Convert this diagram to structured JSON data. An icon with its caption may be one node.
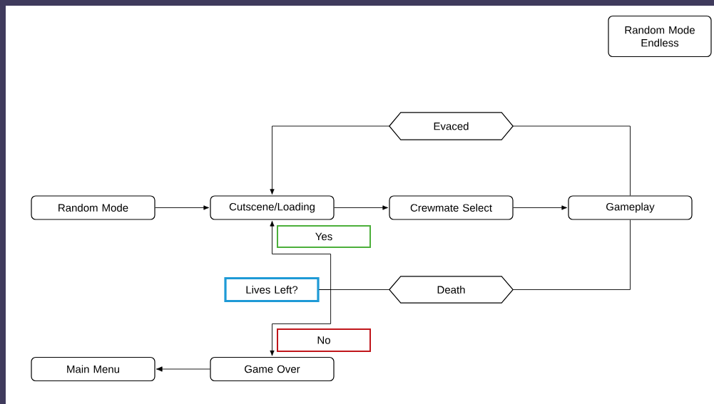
{
  "diagram": {
    "nodes": [
      {
        "text": [
          "Random Mode Endless"
        ]
      },
      {
        "text": [
          "Random Mode"
        ]
      },
      {
        "text": [
          "Cutscene/Loading"
        ]
      },
      {
        "text": [
          "Crewmate Select"
        ]
      },
      {
        "text": [
          "Gameplay"
        ]
      },
      {
        "text": [
          "Evaced"
        ]
      },
      {
        "text": [
          "Death"
        ]
      },
      {
        "text": [
          "Lives Left?"
        ]
      },
      {
        "text": [
          "Yes"
        ]
      },
      {
        "text": [
          "No"
        ]
      },
      {
        "text": [
          "Main Menu"
        ]
      },
      {
        "text": [
          "Game Over"
        ]
      }
    ],
    "edges": [
      {
        "from": 1,
        "to": 2,
        "arrow": "to"
      },
      {
        "from": 2,
        "to": 3,
        "arrow": "to"
      },
      {
        "from": 3,
        "to": 4,
        "arrow": "to"
      },
      {
        "from": 4,
        "to": 5,
        "arrow": "none"
      },
      {
        "from": 5,
        "to": 2,
        "arrow": "to"
      },
      {
        "from": 4,
        "to": 6,
        "arrow": "none"
      },
      {
        "from": 6,
        "to": 7,
        "arrow": "none"
      },
      {
        "from": 7,
        "to": 2,
        "arrow": "to"
      },
      {
        "from": 7,
        "to": 11,
        "arrow": "to"
      },
      {
        "from": 11,
        "to": 10,
        "arrow": "to"
      }
    ]
  }
}
